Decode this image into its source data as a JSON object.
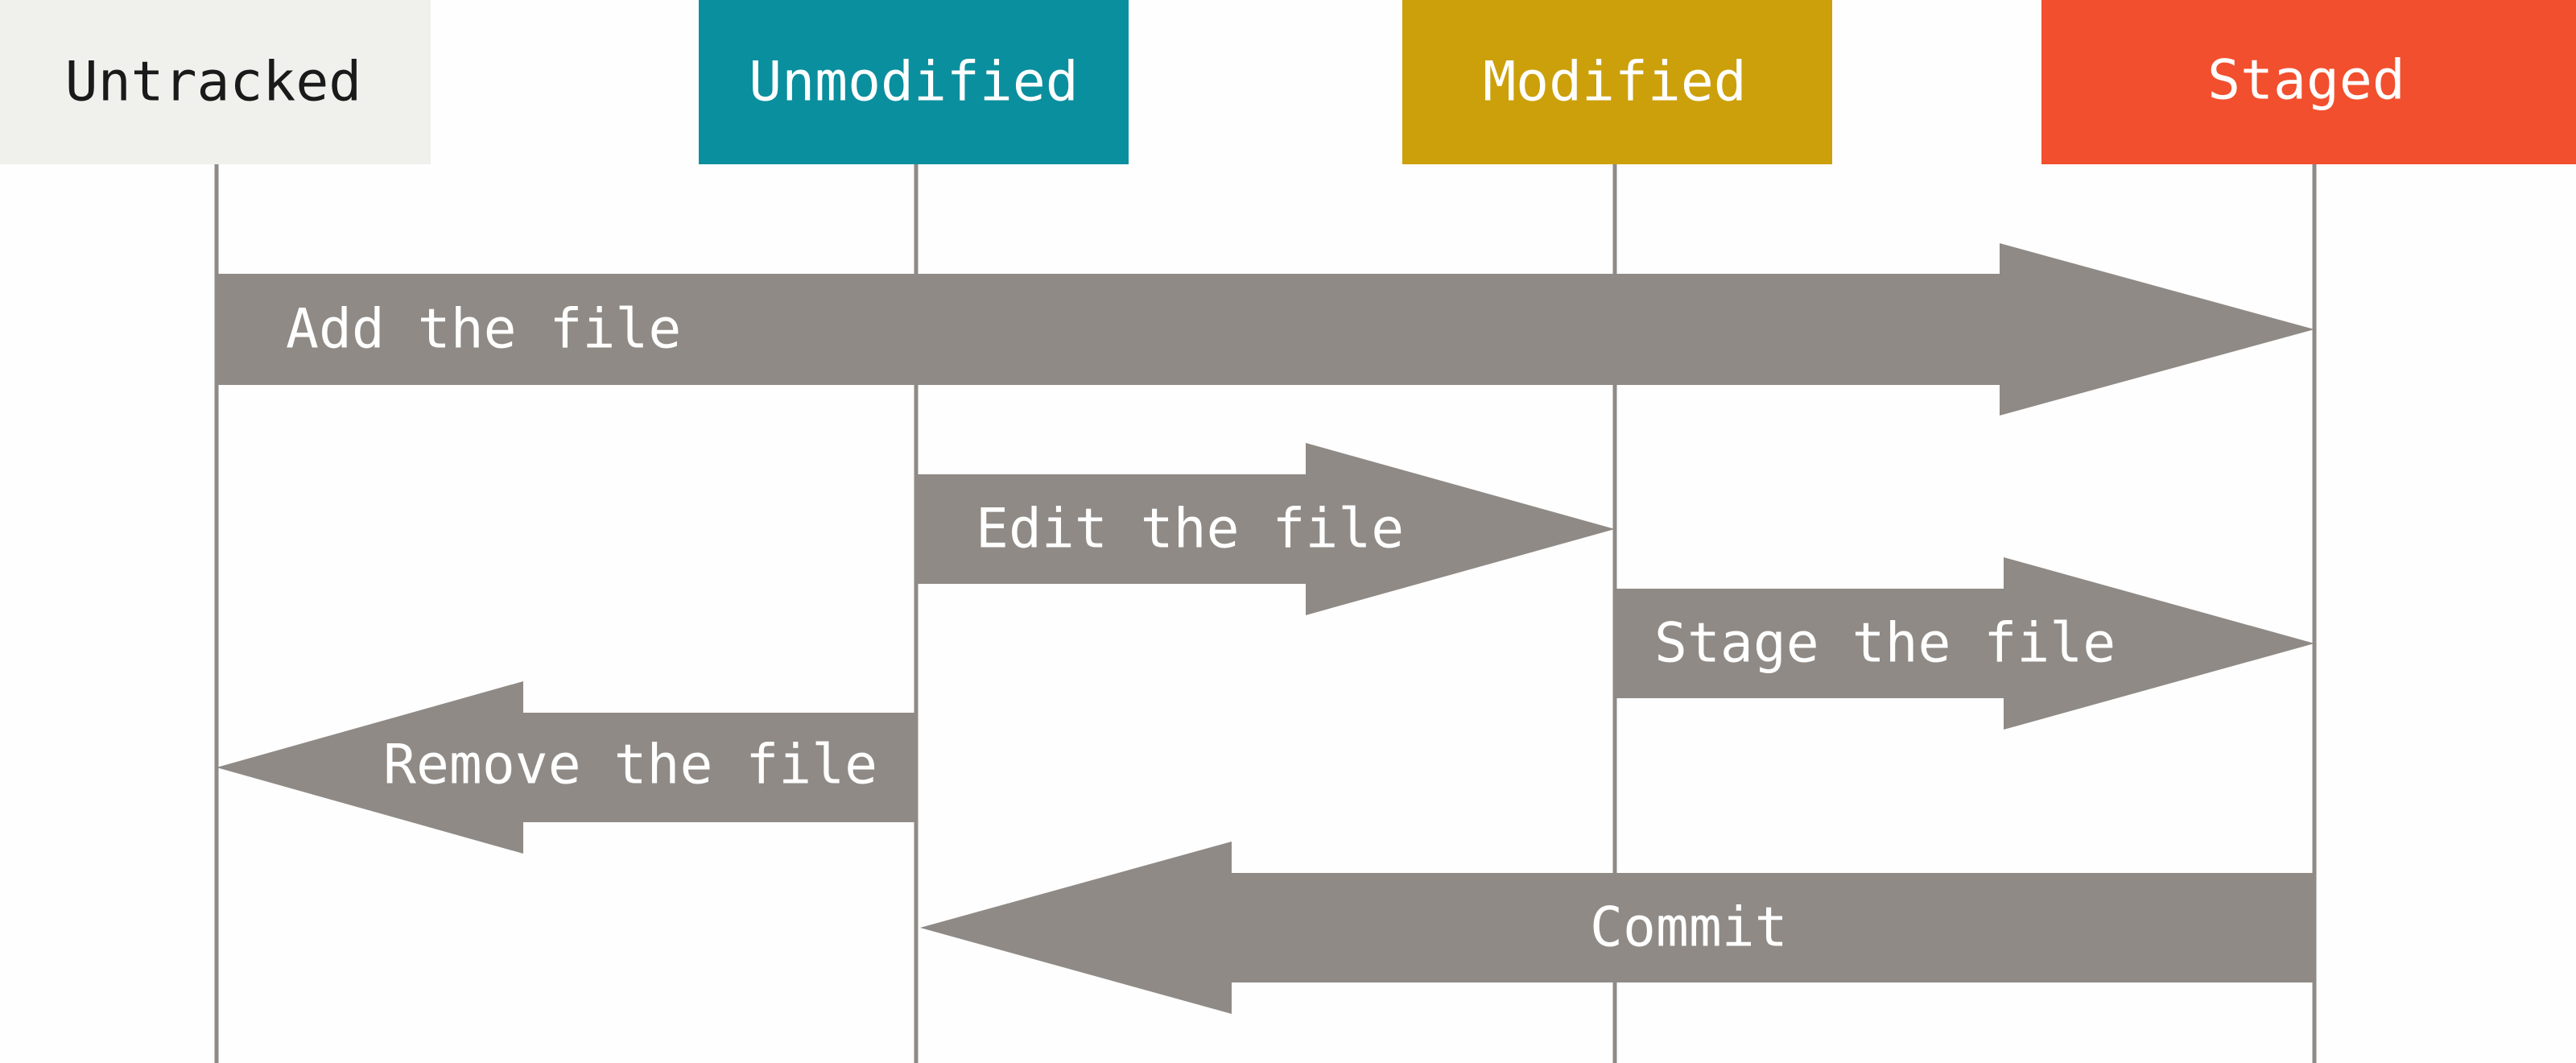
{
  "states": [
    {
      "id": "untracked",
      "label": "Untracked",
      "fill": "#f0f0ec",
      "text_color": "#1a1a1a"
    },
    {
      "id": "unmodified",
      "label": "Unmodified",
      "fill": "#0a8f9e",
      "text_color": "#ffffff"
    },
    {
      "id": "modified",
      "label": "Modified",
      "fill": "#cca00a",
      "text_color": "#ffffff"
    },
    {
      "id": "staged",
      "label": "Staged",
      "fill": "#f24f2e",
      "text_color": "#ffffff"
    }
  ],
  "transitions": [
    {
      "label": "Add the file",
      "from": "untracked",
      "to": "staged"
    },
    {
      "label": "Edit the file",
      "from": "unmodified",
      "to": "modified"
    },
    {
      "label": "Stage the file",
      "from": "modified",
      "to": "staged"
    },
    {
      "label": "Remove the file",
      "from": "unmodified",
      "to": "untracked"
    },
    {
      "label": "Commit",
      "from": "staged",
      "to": "unmodified"
    }
  ],
  "colors": {
    "arrow": "#8f8a85",
    "lifeline": "#8f8a85",
    "arrow_text": "#ffffff",
    "background": "#fefefe"
  }
}
